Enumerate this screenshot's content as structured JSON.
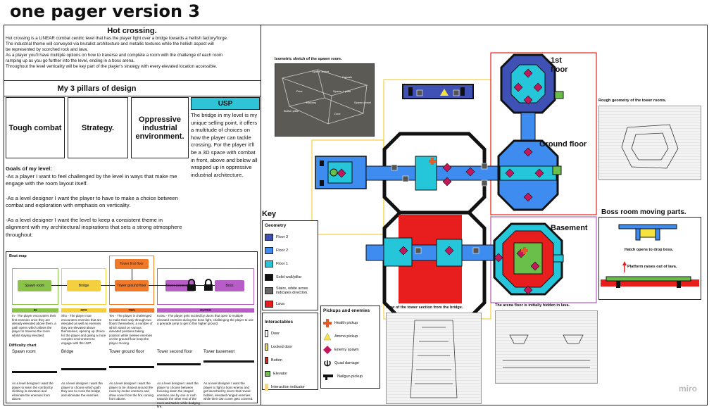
{
  "page_title": "one pager version 3",
  "watermark": "miro",
  "intro": {
    "title": "Hot crossing.",
    "lines": [
      "Hot crossing is a LINEAR combat centric level that has the player fight over a bridge towards a hellish factory/forge.",
      "The industrial theme will conveyed via brutalist architecture and metallic textures while the hellish aspect will",
      "be represented by scorched rock and lava.",
      "As a player you'll have multiple options on how to traverse and complete a room with the challenge of each room",
      "ramping up as you go further into the level, ending in a boss arena.",
      "Throughout the level verticality will be key part of the player's strategy with every elevated location accessible."
    ]
  },
  "pillars": {
    "title": "My 3 pillars of design",
    "items": [
      "Tough combat",
      "Strategy.",
      "Oppressive industrial environment."
    ]
  },
  "usp": {
    "label": "USP",
    "text": "The bridge in my level is my unique selling point, it offers a multitude of choices on how the player can tackle crossing. For the player it'll be a 3D space with combat in front, above and below all wrapped up in oppressive industrial architecture."
  },
  "goals": {
    "title": "Goals of my level:",
    "items": [
      "-As a player I want to feel challenged by the level in ways that make me engage with the room layout itself.",
      "-As a level designer I want the player to have to make a choice between combat and exploration with emphasis on verticality.",
      "-As a level designer I want the level to keep a consistent theme in alignment with my architectural inspirations that sets a strong atmosphere throughout."
    ]
  },
  "beat_map": {
    "title": "Beat map",
    "nodes": [
      "Spawn room",
      "Bridge",
      "Tower ground floor",
      "Tower first floor",
      "Tower second floor",
      "Boss"
    ],
    "phases": [
      {
        "label": "IN",
        "color": "#8bc34a",
        "text": "In - The player encounters their first enemies once they are already elevated above them, a path opens which allows the player to traverse the room whilst staying elevated."
      },
      {
        "label": "SPO",
        "color": "#f4d03f",
        "text": "Sho - The player now encounters enemies that are elevated as well as enemies they are elevated above themselves, opening up choice for the player and giving a more complex environment to engage with the USP."
      },
      {
        "label": "TEN",
        "color": "#f07a2a",
        "text": "Ten - The player is challenged to make their way through two floors themselves, a number of which stand on various elevated positions taking position while meleee enemies on the ground floor keep the player moving."
      },
      {
        "label": "OUTRO",
        "color": "#b85dc8",
        "text": "Kotsu - The player gets sucked by doors that open to multiple elevated enemies during the boss fight, challenging the player to use a grenade jump to get to this higher ground."
      }
    ]
  },
  "difficulty": {
    "title": "Difficulty chart",
    "columns": [
      {
        "label": "Spawn room",
        "level": 0.3
      },
      {
        "label": "Bridge",
        "level": 0.45
      },
      {
        "label": "Tower ground floor",
        "level": 0.6
      },
      {
        "label": "Tower second floor",
        "level": 0.75
      },
      {
        "label": "Tower basement",
        "level": 0.9
      }
    ],
    "notes": [
      "As a level designer I want the player to learn the combat by climbing in elevation and eliminate the enemies from above.",
      "As a level designer I want the player to choose which path they use to cross the bridge and eliminate the enemies.",
      "As a level designer I want the player to be chased around the room by melee enemies and draw cover from the fire coming from above.",
      "As a level designer I want the player to choose between focusing down the ranged enemies one by one or rush towards the other end of the room and tackle while dodging fire.",
      "As a level designer I want the player to fight a boss enemy and get launched by doors that reveal hidden, elevated ranged enemies while their own cover gets covered."
    ]
  },
  "map_labels": {
    "first_floor": "1st floor",
    "ground_floor": "Ground floor",
    "basement": "Basement",
    "iso_caption": "Isometric sketch of the spawn room.",
    "tower_caption": "Rough geometry of the tower rooms.",
    "boss_title": "Boss room moving parts.",
    "hatch_caption": "Hatch opens to drop boss.",
    "platform_caption": "Platform raises out of lava.",
    "bridge_view_caption": "View of the tower section from the bridge.",
    "arena_caption": "The arena floor is initially hidden in lava.",
    "iso_labels": [
      "Spawn closet",
      "Catwalk",
      "Door",
      "Spawn + pillar",
      "Balcony",
      "Spawn closet",
      "Button pillar",
      "Door"
    ]
  },
  "key": {
    "title": "Key",
    "geometry_title": "Geometry",
    "geometry": [
      {
        "label": "Floor 3",
        "color": "#3f51b5"
      },
      {
        "label": "Floor 2",
        "color": "#3f8cf0"
      },
      {
        "label": "Floor 1",
        "color": "#26c6da"
      },
      {
        "label": "Solid wall/pillar",
        "color": "#111111"
      },
      {
        "label": "Stairs, white arrow indicates direction.",
        "color": "#666666"
      },
      {
        "label": "Lava",
        "color": "#e81e1e"
      }
    ],
    "interactables_title": "Interactables",
    "interactables": [
      {
        "label": "Door",
        "color": "#ffffff"
      },
      {
        "label": "Locked door",
        "color": "#f5e342"
      },
      {
        "label": "Button",
        "color": "#e81e1e"
      },
      {
        "label": "Elevator",
        "color": "#6abf4b"
      },
      {
        "label": "Interaction indicator",
        "color": "#f7d68a"
      }
    ],
    "pickups_title": "Pickups and enemies",
    "pickups": [
      {
        "label": "Health pickup",
        "icon": "health-cross-icon"
      },
      {
        "label": "Ammo pickup",
        "icon": "ammo-triangle-icon"
      },
      {
        "label": "Enemy spawn",
        "icon": "enemy-diamond-icon"
      },
      {
        "label": "Quad damage",
        "icon": "quad-damage-icon"
      },
      {
        "label": "Nailgun pickup",
        "icon": "nailgun-icon"
      }
    ]
  }
}
